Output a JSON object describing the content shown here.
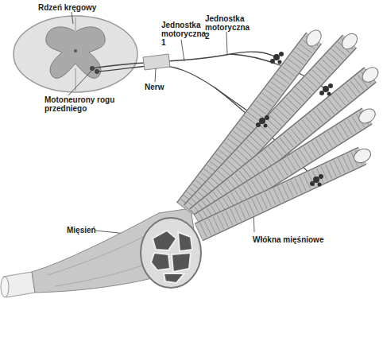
{
  "diagram": {
    "labels": [
      "Rdzeń kręgowy",
      "Jednostka motoryczna 1",
      "Jednostka motoryczna 2",
      "Nerw",
      "Motoneurony rogu przedniego",
      "Mięsień",
      "Włókna mięśniowe"
    ]
  }
}
